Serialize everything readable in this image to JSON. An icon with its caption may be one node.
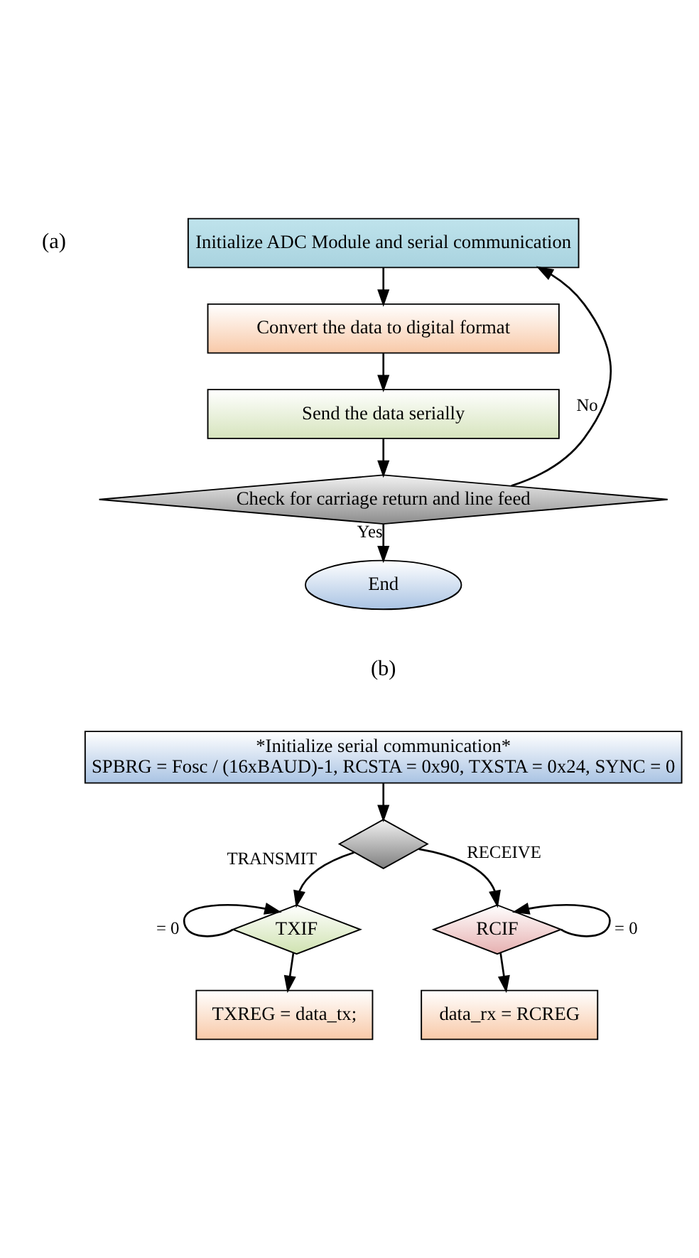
{
  "diagram": {
    "nodes": [
      {
        "text": [
          "Initialize ADC Module and serial communication"
        ]
      },
      {
        "text": [
          "Convert the data to digital format"
        ]
      },
      {
        "text": [
          "Send the data serially"
        ]
      },
      {
        "text": [
          "Check for carriage return and line feed"
        ]
      },
      {
        "text": [
          "End"
        ]
      },
      {
        "text": [
          "*Initialize serial communication*",
          "SPBRG = Fosc / (16xBAUD)-1, RCSTA = 0x90, TXSTA = 0x24, SYNC = 0"
        ]
      },
      {
        "text": [],
        "shape": "diamond"
      },
      {
        "text": [
          "TXIF"
        ]
      },
      {
        "text": [
          "RCIF"
        ]
      },
      {
        "text": [
          "TXREG = data_tx;"
        ]
      },
      {
        "text": [
          "data_rx = RCREG"
        ]
      }
    ],
    "edges": [
      {
        "from": 0,
        "to": 1,
        "arrow": "to"
      },
      {
        "from": 1,
        "to": 2,
        "arrow": "to"
      },
      {
        "from": 2,
        "to": 3,
        "arrow": "to"
      },
      {
        "from": 3,
        "to": 0,
        "arrow": "to",
        "label": "No"
      },
      {
        "from": 3,
        "to": 4,
        "arrow": "to",
        "label": "Yes"
      },
      {
        "from": 5,
        "to": 6,
        "arrow": "to"
      },
      {
        "from": 6,
        "to": 7,
        "arrow": "to",
        "label": "TRANSMIT"
      },
      {
        "from": 6,
        "to": 8,
        "arrow": "to",
        "label": "RECEIVE"
      },
      {
        "from": 7,
        "to": 7,
        "arrow": "to",
        "label": "= 0"
      },
      {
        "from": 8,
        "to": 8,
        "arrow": "to",
        "label": "= 0"
      },
      {
        "from": 7,
        "to": 9,
        "arrow": "to"
      },
      {
        "from": 8,
        "to": 10,
        "arrow": "to"
      }
    ],
    "labels": [
      "(a)",
      "(b)"
    ]
  }
}
